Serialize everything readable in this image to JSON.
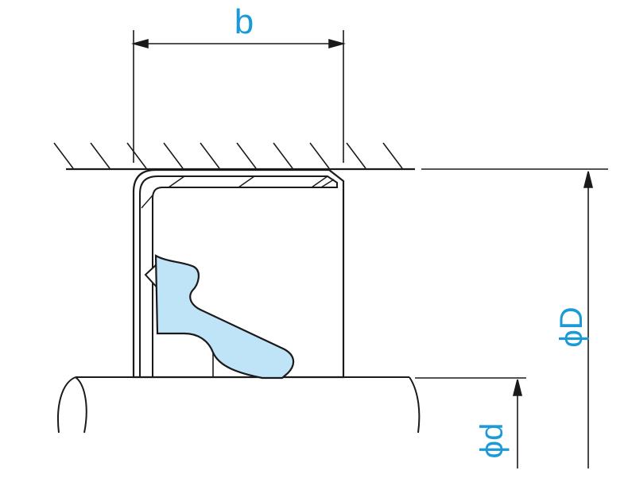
{
  "labels": {
    "width": "b",
    "outer_diameter": "ϕD",
    "inner_diameter": "ϕd"
  },
  "colors": {
    "line": "#1a1a1a",
    "label": "#1a9ad6",
    "lip_fill": "#bfe3f7"
  }
}
